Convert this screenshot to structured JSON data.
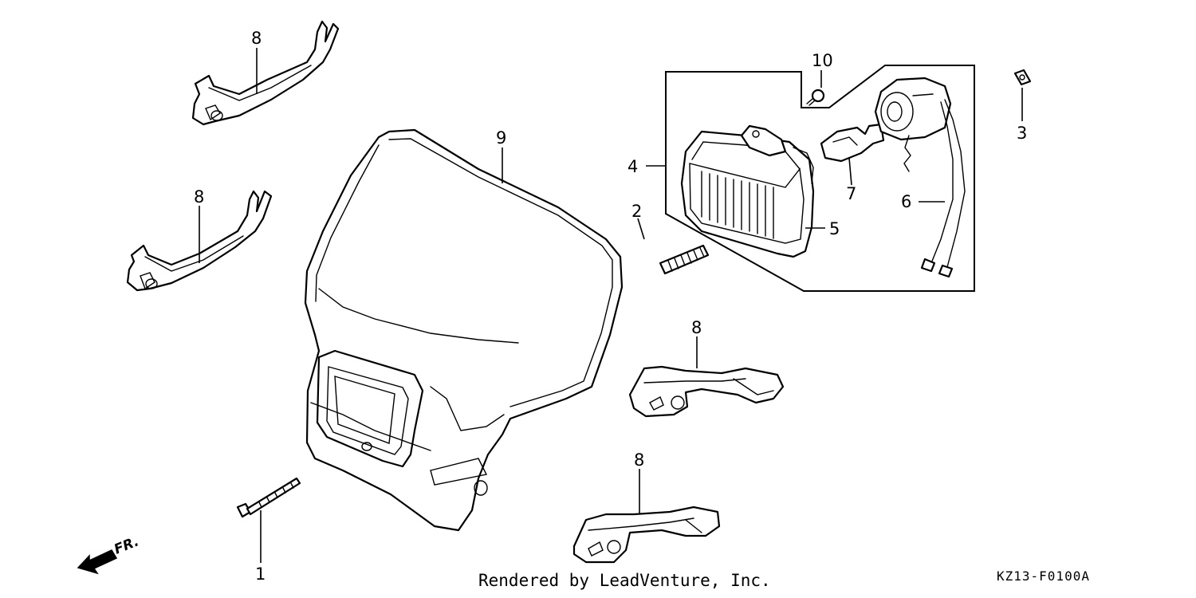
{
  "callouts": [
    {
      "id": "1",
      "label": "1"
    },
    {
      "id": "2",
      "label": "2"
    },
    {
      "id": "3",
      "label": "3"
    },
    {
      "id": "4",
      "label": "4"
    },
    {
      "id": "5",
      "label": "5"
    },
    {
      "id": "6",
      "label": "6"
    },
    {
      "id": "7",
      "label": "7"
    },
    {
      "id": "8a",
      "label": "8"
    },
    {
      "id": "8b",
      "label": "8"
    },
    {
      "id": "8c",
      "label": "8"
    },
    {
      "id": "8d",
      "label": "8"
    },
    {
      "id": "9",
      "label": "9"
    },
    {
      "id": "10",
      "label": "10"
    }
  ],
  "direction_label": "FR.",
  "credit": "Rendered by LeadVenture, Inc.",
  "diagram_code": "KZ13-F0100A",
  "colors": {
    "line": "#000000",
    "background": "#ffffff"
  }
}
